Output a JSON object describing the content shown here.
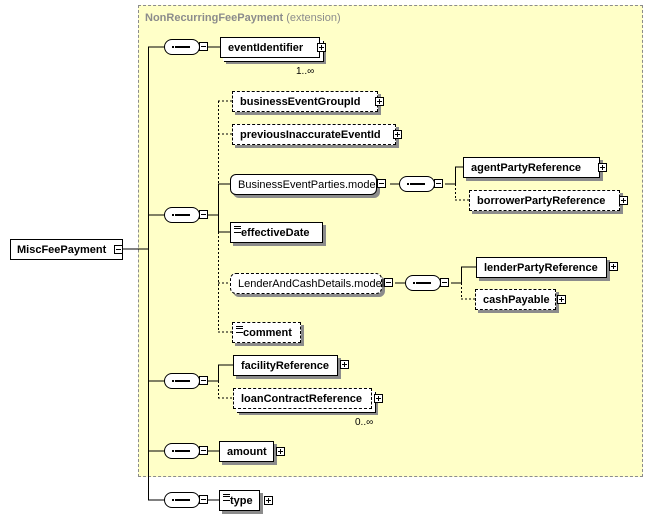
{
  "diagram": {
    "extension_box": {
      "type_name": "NonRecurringFeePayment",
      "suffix": "(extension)"
    },
    "root": {
      "label": "MiscFeePayment"
    },
    "elements": {
      "eventIdentifier": {
        "label": "eventIdentifier",
        "cardinality": "1..∞"
      },
      "businessEventGroupId": {
        "label": "businessEventGroupId"
      },
      "previousInaccurateEventId": {
        "label": "previousInaccurateEventId"
      },
      "businessEventPartiesModel": {
        "label": "BusinessEventParties.model"
      },
      "agentPartyReference": {
        "label": "agentPartyReference"
      },
      "borrowerPartyReference": {
        "label": "borrowerPartyReference"
      },
      "effectiveDate": {
        "label": "effectiveDate"
      },
      "lenderAndCashDetailsModel": {
        "label": "LenderAndCashDetails.model"
      },
      "lenderPartyReference": {
        "label": "lenderPartyReference"
      },
      "cashPayable": {
        "label": "cashPayable"
      },
      "comment": {
        "label": "comment"
      },
      "facilityReference": {
        "label": "facilityReference"
      },
      "loanContractReference": {
        "label": "loanContractReference",
        "cardinality": "0..∞"
      },
      "amount": {
        "label": "amount"
      },
      "type": {
        "label": "type"
      }
    }
  }
}
